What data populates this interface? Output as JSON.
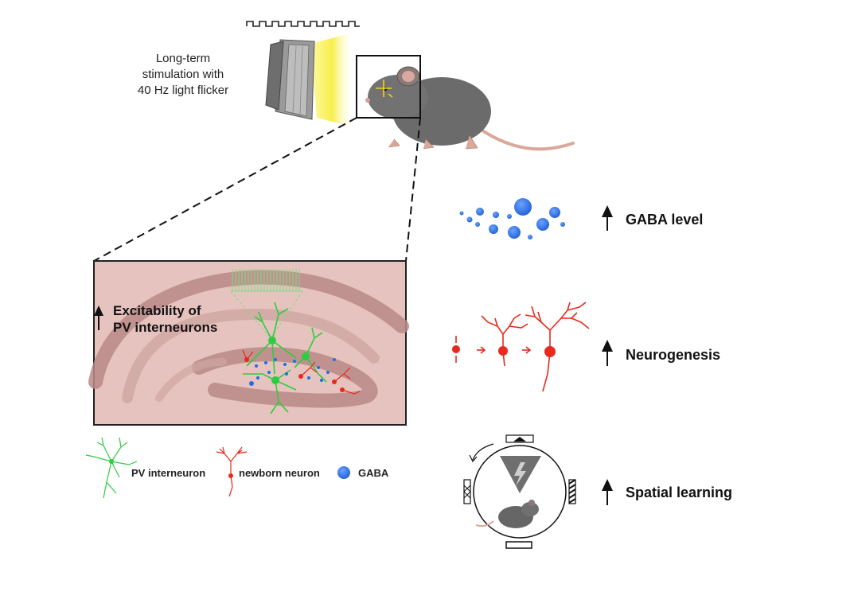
{
  "stimulation": {
    "line1": "Long-term",
    "line2": "stimulation with",
    "line3": "40 Hz light flicker"
  },
  "inset": {
    "excitability_line1": "Excitability of",
    "excitability_line2": "PV interneurons"
  },
  "legend": {
    "pv": "PV interneuron",
    "newborn": "newborn neuron",
    "gaba": "GABA"
  },
  "outcomes": {
    "gaba": "GABA level",
    "neurogenesis": "Neurogenesis",
    "spatial": "Spatial learning"
  },
  "colors": {
    "pv_neuron": "#2ecc40",
    "newborn_neuron": "#e8291c",
    "gaba": "#1f6fe0",
    "light": "#f7ef4a",
    "tissue": "#e6c3bf",
    "tissue_band": "#b98a86"
  }
}
